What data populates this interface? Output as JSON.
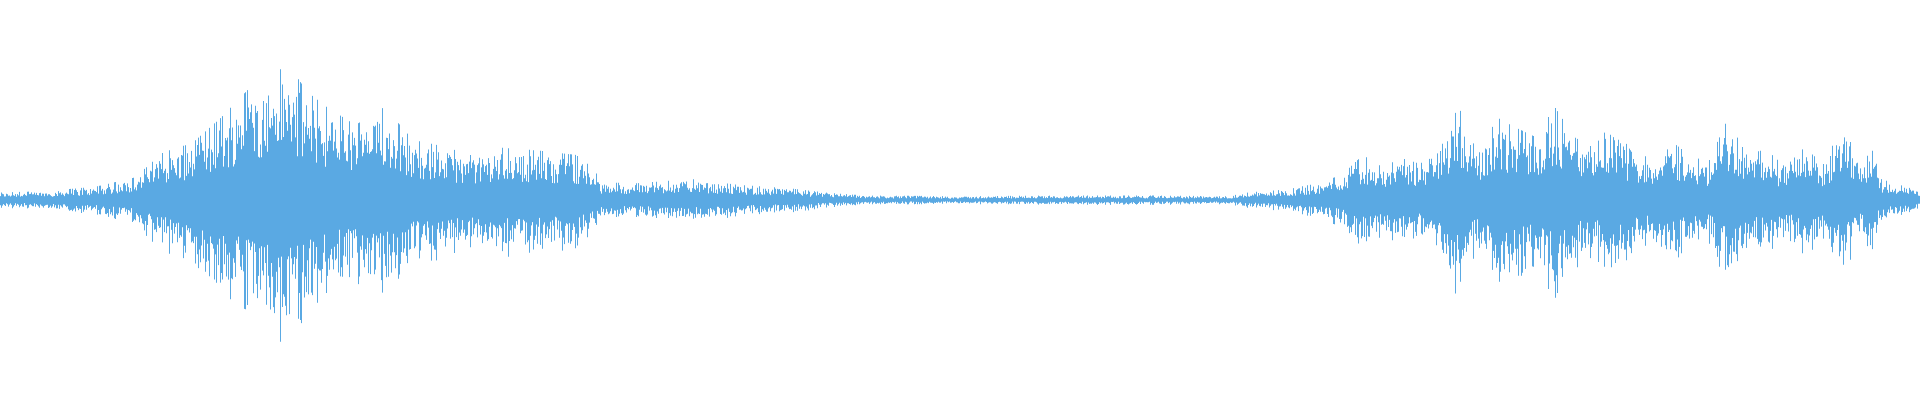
{
  "waveform": {
    "color": "#5aa9e3",
    "background": "#ffffff",
    "envelope": [
      [
        0.0,
        0.05
      ],
      [
        0.025,
        0.06
      ],
      [
        0.05,
        0.09
      ],
      [
        0.07,
        0.15
      ],
      [
        0.085,
        0.32
      ],
      [
        0.1,
        0.38
      ],
      [
        0.115,
        0.55
      ],
      [
        0.13,
        0.75
      ],
      [
        0.14,
        0.83
      ],
      [
        0.15,
        0.9
      ],
      [
        0.16,
        0.72
      ],
      [
        0.17,
        0.62
      ],
      [
        0.185,
        0.5
      ],
      [
        0.2,
        0.62
      ],
      [
        0.215,
        0.4
      ],
      [
        0.23,
        0.36
      ],
      [
        0.245,
        0.3
      ],
      [
        0.26,
        0.35
      ],
      [
        0.28,
        0.33
      ],
      [
        0.3,
        0.3
      ],
      [
        0.31,
        0.2
      ],
      [
        0.312,
        0.12
      ],
      [
        0.33,
        0.11
      ],
      [
        0.36,
        0.14
      ],
      [
        0.385,
        0.1
      ],
      [
        0.41,
        0.08
      ],
      [
        0.43,
        0.05
      ],
      [
        0.45,
        0.03
      ],
      [
        0.5,
        0.025
      ],
      [
        0.55,
        0.03
      ],
      [
        0.6,
        0.03
      ],
      [
        0.64,
        0.025
      ],
      [
        0.65,
        0.05
      ],
      [
        0.67,
        0.07
      ],
      [
        0.69,
        0.12
      ],
      [
        0.7,
        0.18
      ],
      [
        0.71,
        0.3
      ],
      [
        0.72,
        0.22
      ],
      [
        0.73,
        0.28
      ],
      [
        0.74,
        0.24
      ],
      [
        0.75,
        0.4
      ],
      [
        0.76,
        0.62
      ],
      [
        0.77,
        0.3
      ],
      [
        0.78,
        0.55
      ],
      [
        0.79,
        0.48
      ],
      [
        0.8,
        0.42
      ],
      [
        0.81,
        0.62
      ],
      [
        0.82,
        0.42
      ],
      [
        0.83,
        0.35
      ],
      [
        0.84,
        0.52
      ],
      [
        0.85,
        0.32
      ],
      [
        0.86,
        0.28
      ],
      [
        0.87,
        0.4
      ],
      [
        0.88,
        0.3
      ],
      [
        0.89,
        0.25
      ],
      [
        0.9,
        0.54
      ],
      [
        0.91,
        0.3
      ],
      [
        0.92,
        0.34
      ],
      [
        0.93,
        0.22
      ],
      [
        0.94,
        0.35
      ],
      [
        0.95,
        0.24
      ],
      [
        0.96,
        0.5
      ],
      [
        0.97,
        0.22
      ],
      [
        0.975,
        0.35
      ],
      [
        0.98,
        0.14
      ],
      [
        0.99,
        0.1
      ],
      [
        1.0,
        0.06
      ]
    ]
  }
}
